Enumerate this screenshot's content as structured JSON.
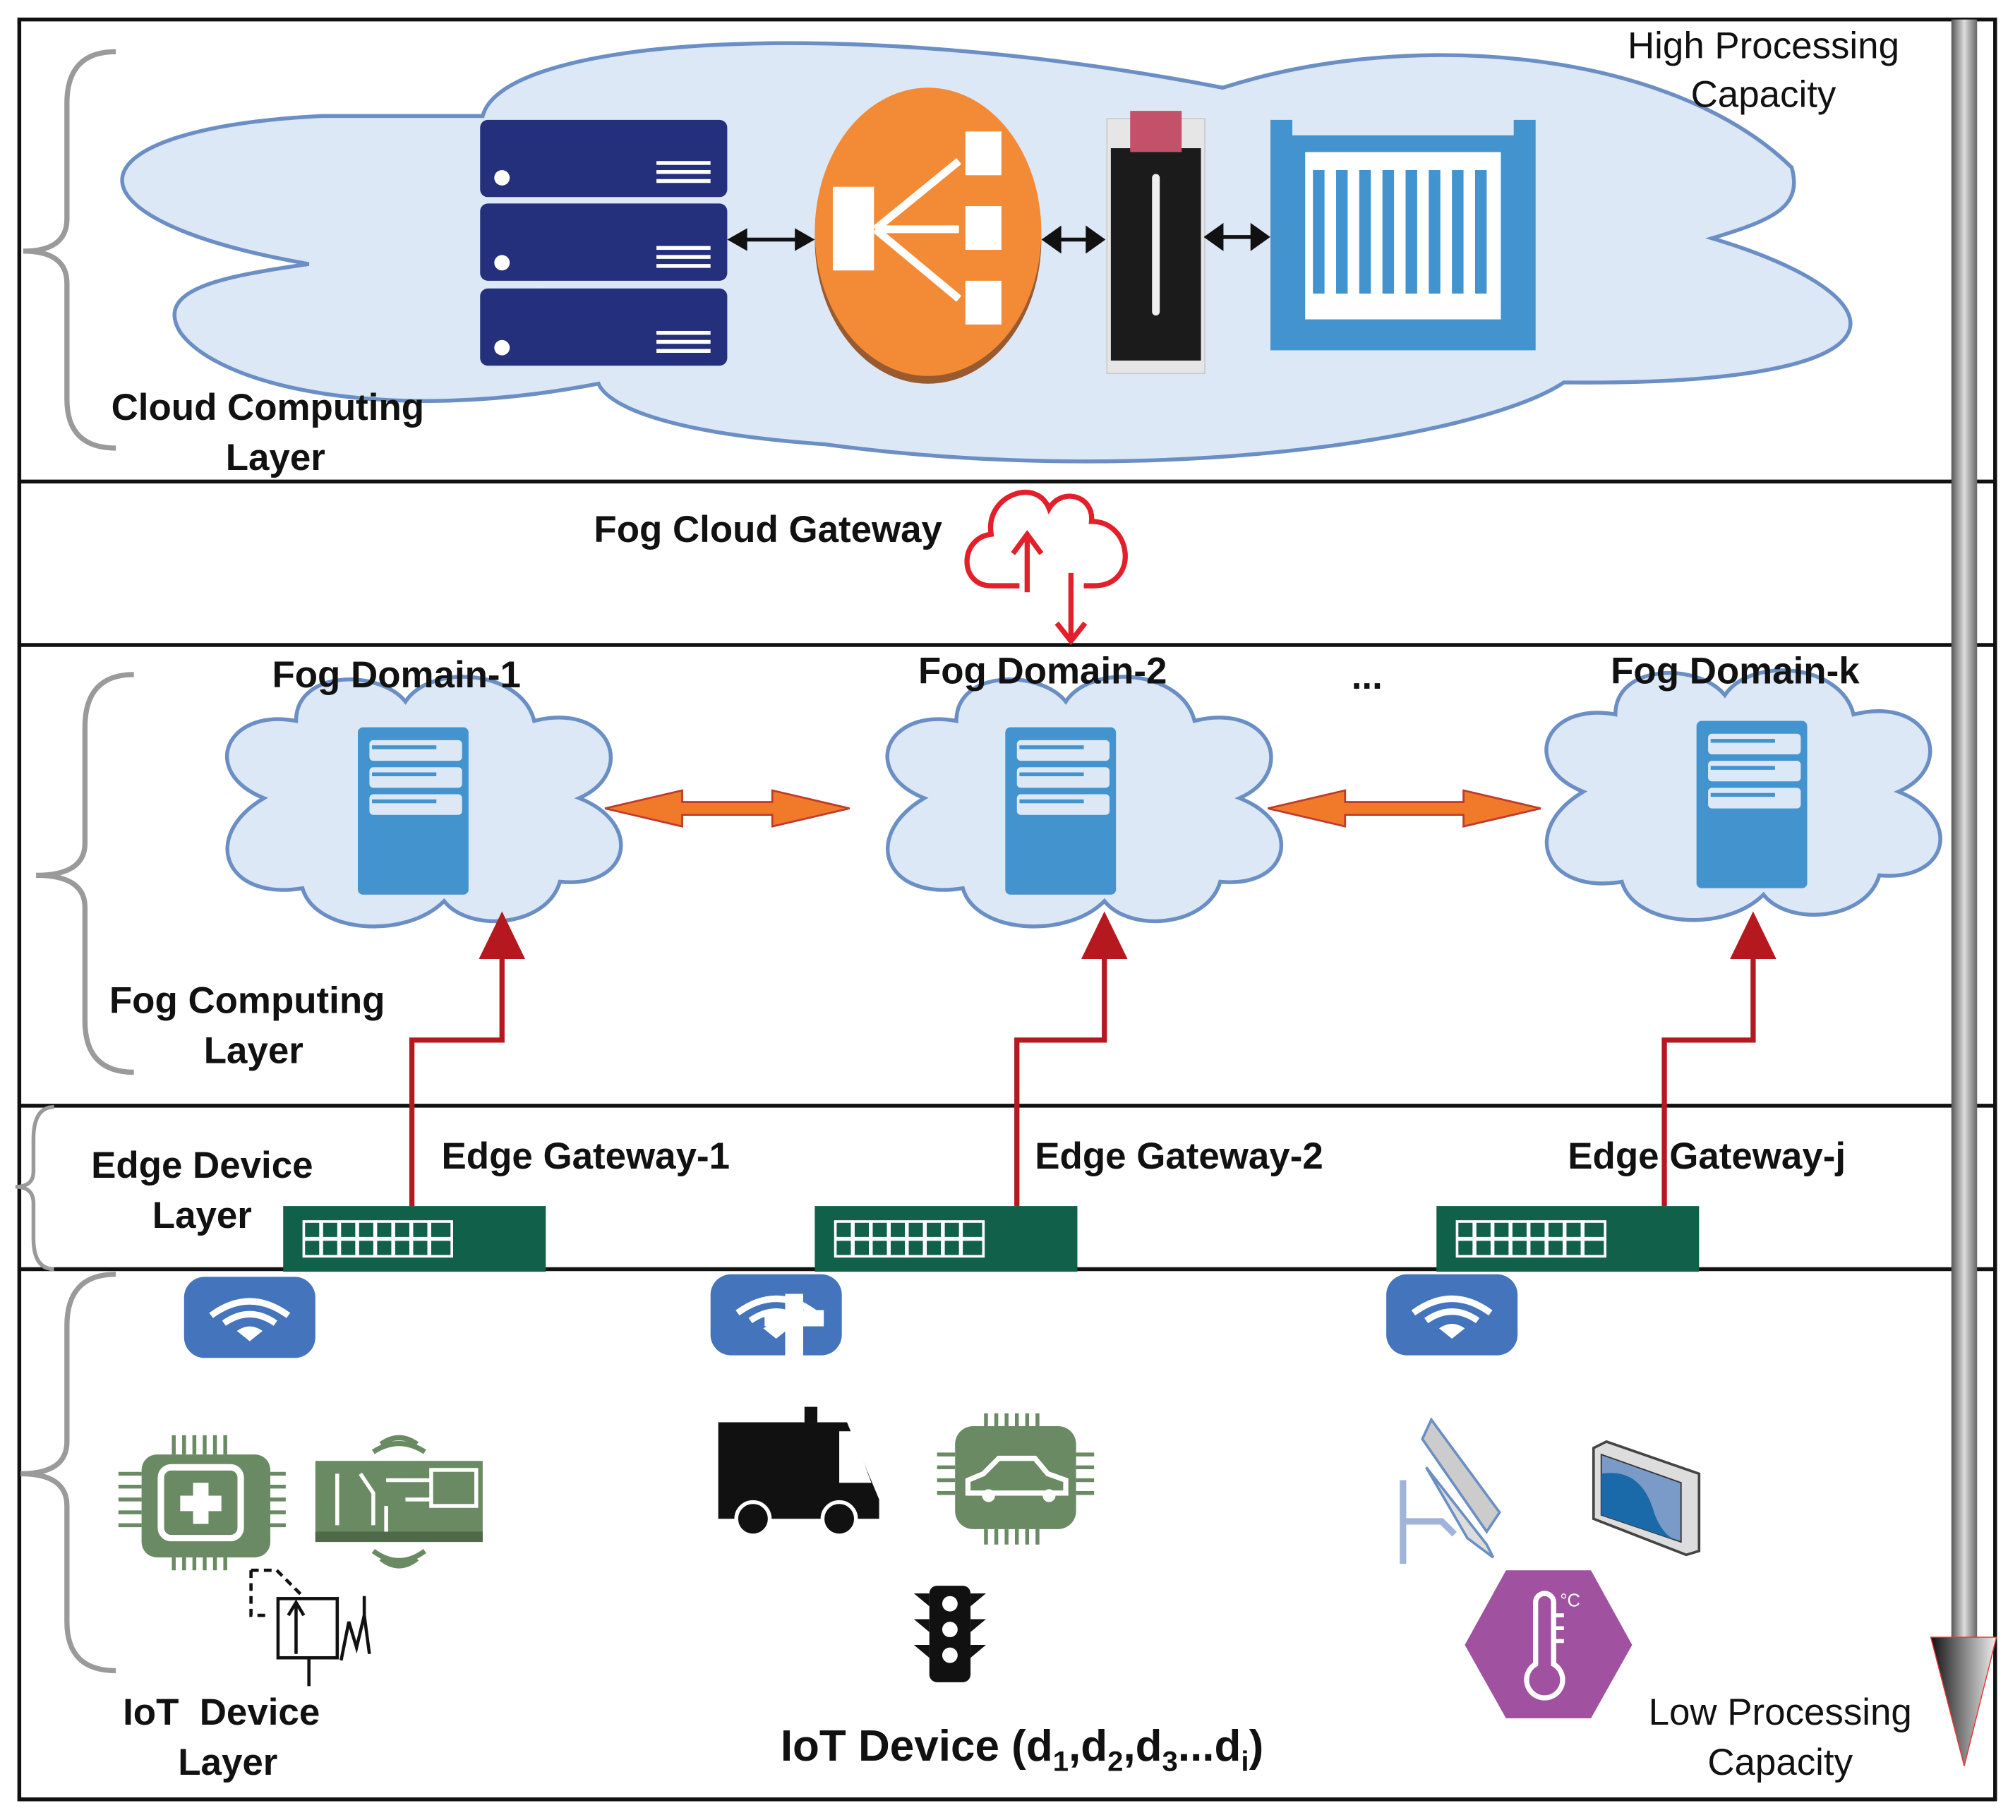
{
  "capacity": {
    "high": [
      "High Processing",
      "Capacity"
    ],
    "low": [
      "Low Processing",
      "Capacity"
    ]
  },
  "layers": {
    "cloud": [
      "Cloud Computing",
      "Layer"
    ],
    "fog": [
      "Fog Computing",
      "Layer"
    ],
    "edge": [
      "Edge Device",
      "Layer"
    ],
    "iot": [
      "IoT  Device",
      "Layer"
    ]
  },
  "fog_cloud_gateway": "Fog Cloud Gateway",
  "fog_domains": [
    "Fog Domain-1",
    "Fog Domain-2",
    "Fog Domain-k"
  ],
  "fog_domain_ellipsis": "...",
  "edge_gateways": [
    "Edge Gateway-1",
    "Edge Gateway-2",
    "Edge Gateway-j"
  ],
  "iot_devices_title": {
    "prefix": "IoT Device (d",
    "s1": "1",
    "c1": ",d",
    "s2": "2",
    "c2": ",d",
    "s3": "3",
    "c3": "...d",
    "s4": "i",
    "suffix": ")"
  },
  "thermometer_unit": "°C",
  "colors": {
    "cloud_fill": "#dce8f5",
    "cloud_stroke": "#6b8fc4",
    "server_navy": "#25307c",
    "router_orange": "#f28a36",
    "storage_blue": "#4393cf",
    "gateway_green": "#11604a",
    "wifi_blue": "#4474bb",
    "link_red": "#b5191f",
    "gateway_red": "#e3202a",
    "fog_arrow_orange": "#f07a2a",
    "device_green": "#6a8a63",
    "sensor_purple": "#a052a0"
  }
}
